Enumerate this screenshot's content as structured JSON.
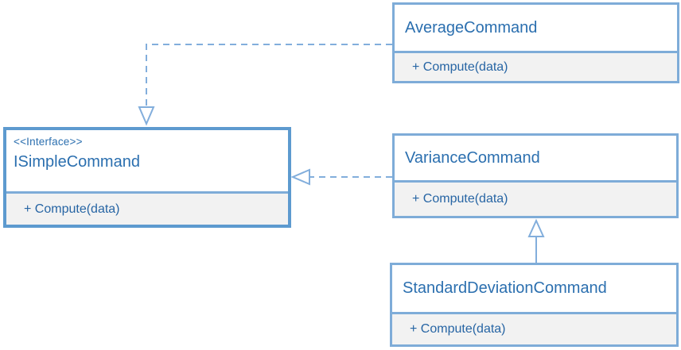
{
  "diagram": {
    "kind": "uml-class-diagram",
    "colors": {
      "box_border": "#7EACD8",
      "interface_border": "#5D9ACF",
      "header_fill": "#FFFFFF",
      "body_fill": "#F2F2F2",
      "title_text": "#2B6FAF",
      "method_text": "#2765A4",
      "connector": "#82AEDC",
      "background": "#FFFFFF"
    },
    "classes": [
      {
        "id": "average-command",
        "stereotype": "",
        "name": "AverageCommand",
        "methods": [
          "+ Compute(data)"
        ]
      },
      {
        "id": "isimple-command",
        "stereotype": "<<Interface>>",
        "name": "ISimpleCommand",
        "methods": [
          "+ Compute(data)"
        ]
      },
      {
        "id": "variance-command",
        "stereotype": "",
        "name": "VarianceCommand",
        "methods": [
          "+ Compute(data)"
        ]
      },
      {
        "id": "standard-deviation-command",
        "stereotype": "",
        "name": "StandardDeviationCommand",
        "methods": [
          "+ Compute(data)"
        ]
      }
    ],
    "relationships": [
      {
        "from": "AverageCommand",
        "to": "ISimpleCommand",
        "type": "realization",
        "line": "dashed",
        "arrowhead": "hollow-triangle"
      },
      {
        "from": "VarianceCommand",
        "to": "ISimpleCommand",
        "type": "realization",
        "line": "dashed",
        "arrowhead": "hollow-triangle"
      },
      {
        "from": "StandardDeviationCommand",
        "to": "VarianceCommand",
        "type": "inheritance",
        "line": "solid",
        "arrowhead": "hollow-triangle"
      }
    ]
  }
}
